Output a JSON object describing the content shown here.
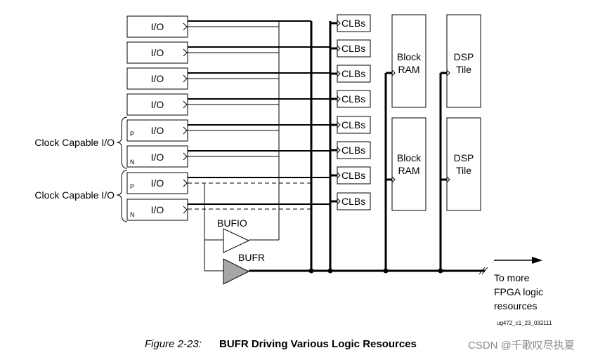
{
  "io_blocks": [
    {
      "label": "I/O",
      "pin": ""
    },
    {
      "label": "I/O",
      "pin": ""
    },
    {
      "label": "I/O",
      "pin": ""
    },
    {
      "label": "I/O",
      "pin": ""
    },
    {
      "label": "I/O",
      "pin": "P"
    },
    {
      "label": "I/O",
      "pin": "N"
    },
    {
      "label": "I/O",
      "pin": "P"
    },
    {
      "label": "I/O",
      "pin": "N"
    }
  ],
  "clock_capable_labels": [
    "Clock Capable I/O",
    "Clock Capable I/O"
  ],
  "clbs": [
    "CLBs",
    "CLBs",
    "CLBs",
    "CLBs",
    "CLBs",
    "CLBs",
    "CLBs",
    "CLBs"
  ],
  "block_ram": [
    {
      "line1": "Block",
      "line2": "RAM"
    },
    {
      "line1": "Block",
      "line2": "RAM"
    }
  ],
  "dsp_tiles": [
    {
      "line1": "DSP",
      "line2": "Tile"
    },
    {
      "line1": "DSP",
      "line2": "Tile"
    }
  ],
  "bufio_label": "BUFIO",
  "bufr_label": "BUFR",
  "more_resources": [
    "To more",
    "FPGA logic",
    "resources"
  ],
  "figure_id": "ug472_c1_23_032111",
  "caption": {
    "number": "Figure 2-23:",
    "title": "BUFR Driving Various Logic Resources"
  },
  "watermark": "CSDN @千歌叹尽执夏",
  "colors": {
    "line": "#000000",
    "bufr_fill": "#a6a6a6",
    "watermark": "#8a8a8a"
  }
}
